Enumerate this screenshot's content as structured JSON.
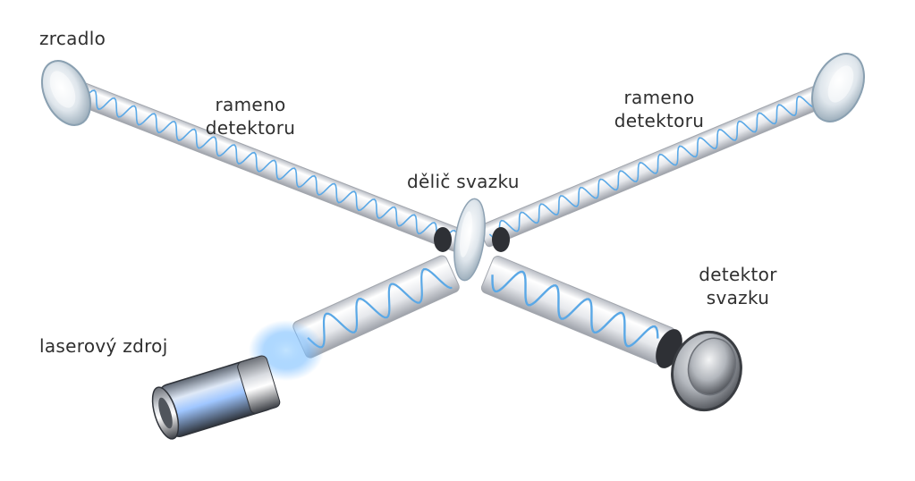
{
  "labels": {
    "mirror": "zrcadlo",
    "arm_left_line1": "rameno",
    "arm_left_line2": "detektoru",
    "arm_right_line1": "rameno",
    "arm_right_line2": "detektoru",
    "beam_splitter": "dělič svazku",
    "detector_line1": "detektor",
    "detector_line2": "svazku",
    "laser": "laserový zdroj"
  },
  "colors": {
    "wave": "#5aa8e6",
    "tube_light": "#f2f3f5",
    "tube_mid": "#c9ccd2",
    "tube_dark": "#8e929a",
    "metal_dark": "#4a4d53",
    "laser_glow": "#6fb8ff",
    "label": "#2f2f2f"
  }
}
